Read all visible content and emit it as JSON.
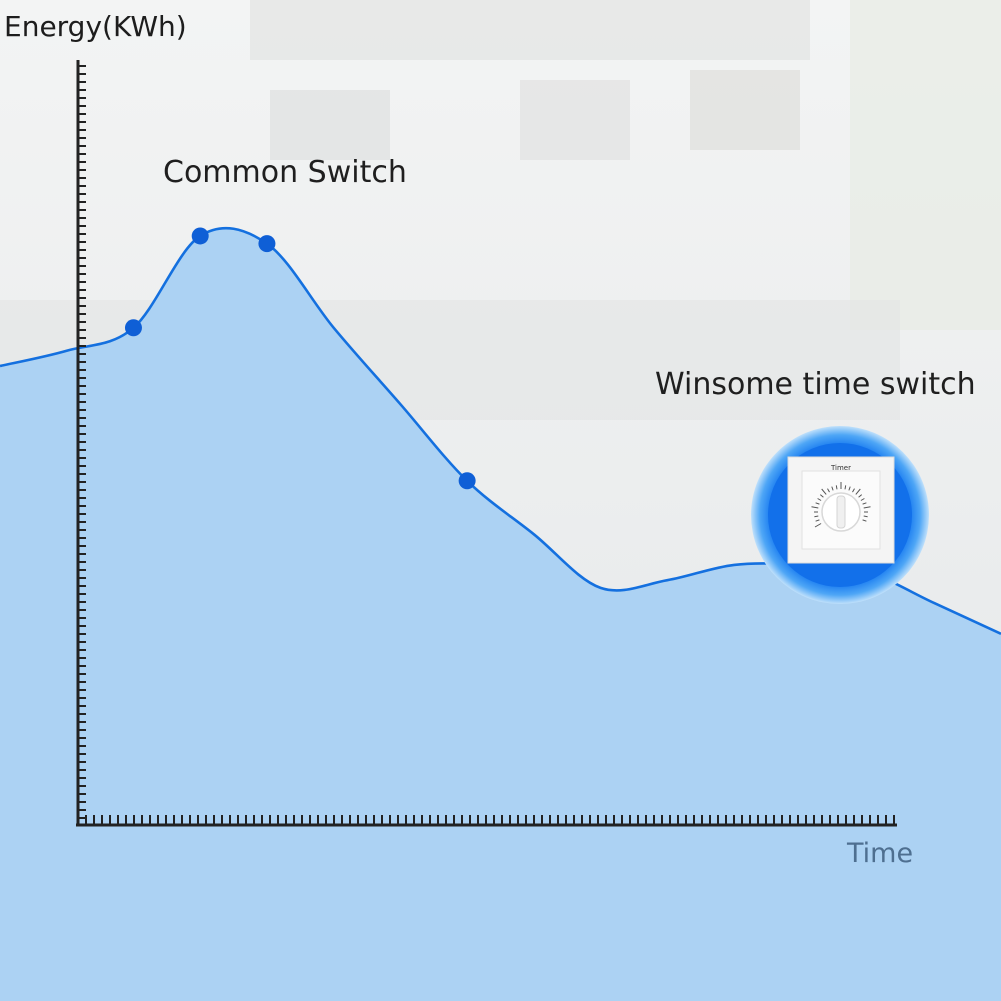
{
  "chart_data": {
    "type": "area",
    "title": "",
    "xlabel": "Time",
    "ylabel": "Energy(KWh)",
    "x": [
      0,
      1,
      2,
      3,
      4,
      5,
      6,
      7,
      8,
      9,
      10,
      11,
      12,
      13,
      14,
      15
    ],
    "values": [
      60,
      62,
      65,
      77,
      76,
      65,
      55,
      45,
      38,
      31,
      32,
      34,
      34,
      33,
      29,
      25
    ],
    "highlighted_points": [
      2,
      3,
      4,
      7
    ],
    "xlim": [
      0,
      15
    ],
    "ylim": [
      0,
      100
    ],
    "grid": false,
    "annotations": [
      {
        "text": "Common Switch",
        "at": 3
      },
      {
        "text": "Winsome time switch",
        "at": 12
      }
    ],
    "inset_product": {
      "label": "Timer"
    }
  },
  "colors": {
    "line": "#1470df",
    "area": "#a9d1f3",
    "point": "#0f5fd6",
    "axis": "#222222",
    "badge_ring": "#1a7cf0",
    "badge_plate": "#f4f4f4"
  }
}
